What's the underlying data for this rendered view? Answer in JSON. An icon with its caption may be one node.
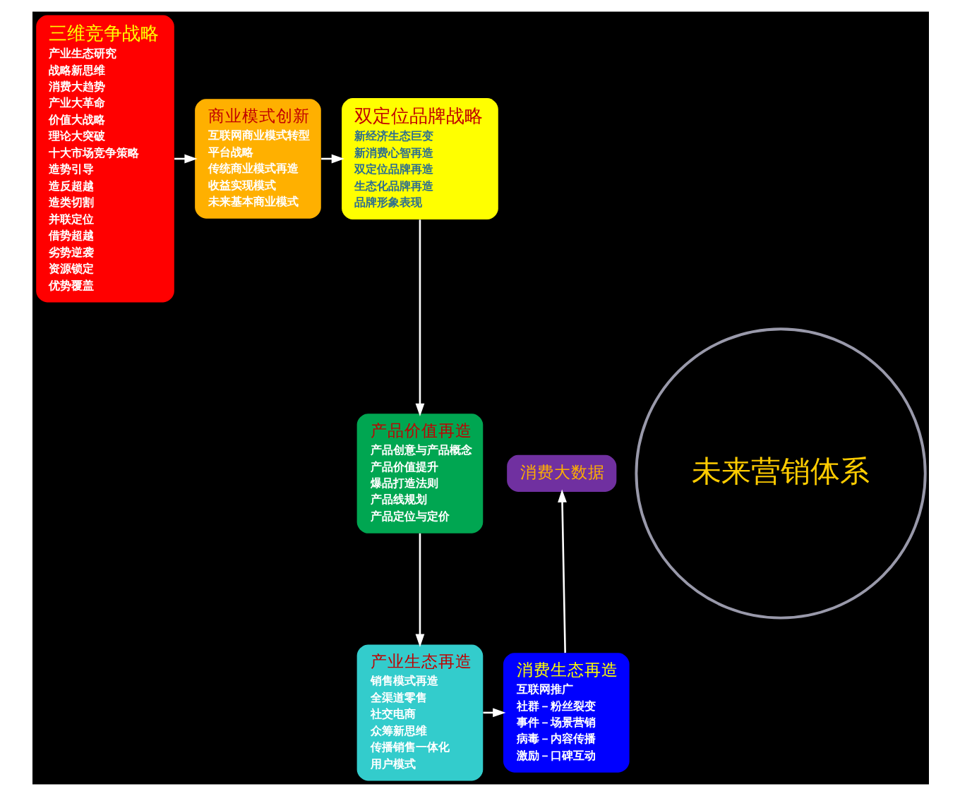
{
  "diagram": {
    "nodes": [
      {
        "text": [
          "三维竞争战略",
          "产业生态研究",
          "战略新思维",
          "消费大趋势",
          "产业大革命",
          "价值大战略",
          "理论大突破",
          "十大市场竞争策略",
          "造势引导",
          "造反超越",
          "造类切割",
          "并联定位",
          "借势超越",
          "劣势逆袭",
          "资源锁定",
          "优势覆盖"
        ]
      },
      {
        "text": [
          "商业模式创新",
          "互联网商业模式转型",
          "平台战略",
          "传统商业模式再造",
          "收益实现模式",
          "未来基本商业模式"
        ]
      },
      {
        "text": [
          "双定位品牌战略",
          "新经济生态巨变",
          "新消费心智再造",
          "双定位品牌再造",
          "生态化品牌再造",
          "品牌形象表现"
        ]
      },
      {
        "text": [
          "产品价值再造",
          "产品创意与产品概念",
          "产品价值提升",
          "爆品打造法则",
          "产品线规划",
          "产品定位与定价"
        ]
      },
      {
        "text": [
          "产业生态再造",
          "销售模式再造",
          "全渠道零售",
          "社交电商",
          "众筹新思维",
          "传播销售一体化",
          "用户模式"
        ]
      },
      {
        "text": [
          "消费生态再造",
          "互联网推广",
          "社群－粉丝裂变",
          "事件－场景营销",
          "病毒－内容传播",
          "激励－口碑互动"
        ]
      },
      {
        "text": [
          "消费大数据"
        ]
      },
      {
        "text": [
          "未来营销体系"
        ]
      }
    ],
    "edges": [
      {
        "from": 0,
        "to": 1,
        "arrow": "to"
      },
      {
        "from": 1,
        "to": 2,
        "arrow": "to"
      },
      {
        "from": 2,
        "to": 3,
        "arrow": "to"
      },
      {
        "from": 3,
        "to": 4,
        "arrow": "to"
      },
      {
        "from": 4,
        "to": 5,
        "arrow": "to"
      },
      {
        "from": 5,
        "to": 6,
        "arrow": "to"
      }
    ]
  }
}
